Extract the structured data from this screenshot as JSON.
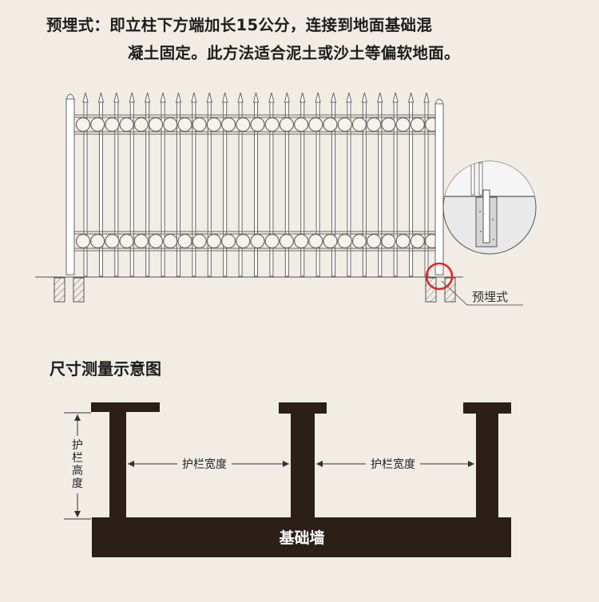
{
  "intro": {
    "line1": "预埋式：即立柱下方端加长15公分，连接到地面基础混",
    "line2": "凝土固定。此方法适合泥土或沙土等偏软地面。"
  },
  "fence_diagram": {
    "callout_label": "预埋式",
    "highlight_color": "#e0262a"
  },
  "measure": {
    "title": "尺寸测量示意图",
    "height_label": [
      "护",
      "栏",
      "高",
      "度"
    ],
    "width_label_1": "护栏宽度",
    "width_label_2": "护栏宽度",
    "base_label": "基础墙",
    "structure_color": "#2b1f18"
  }
}
